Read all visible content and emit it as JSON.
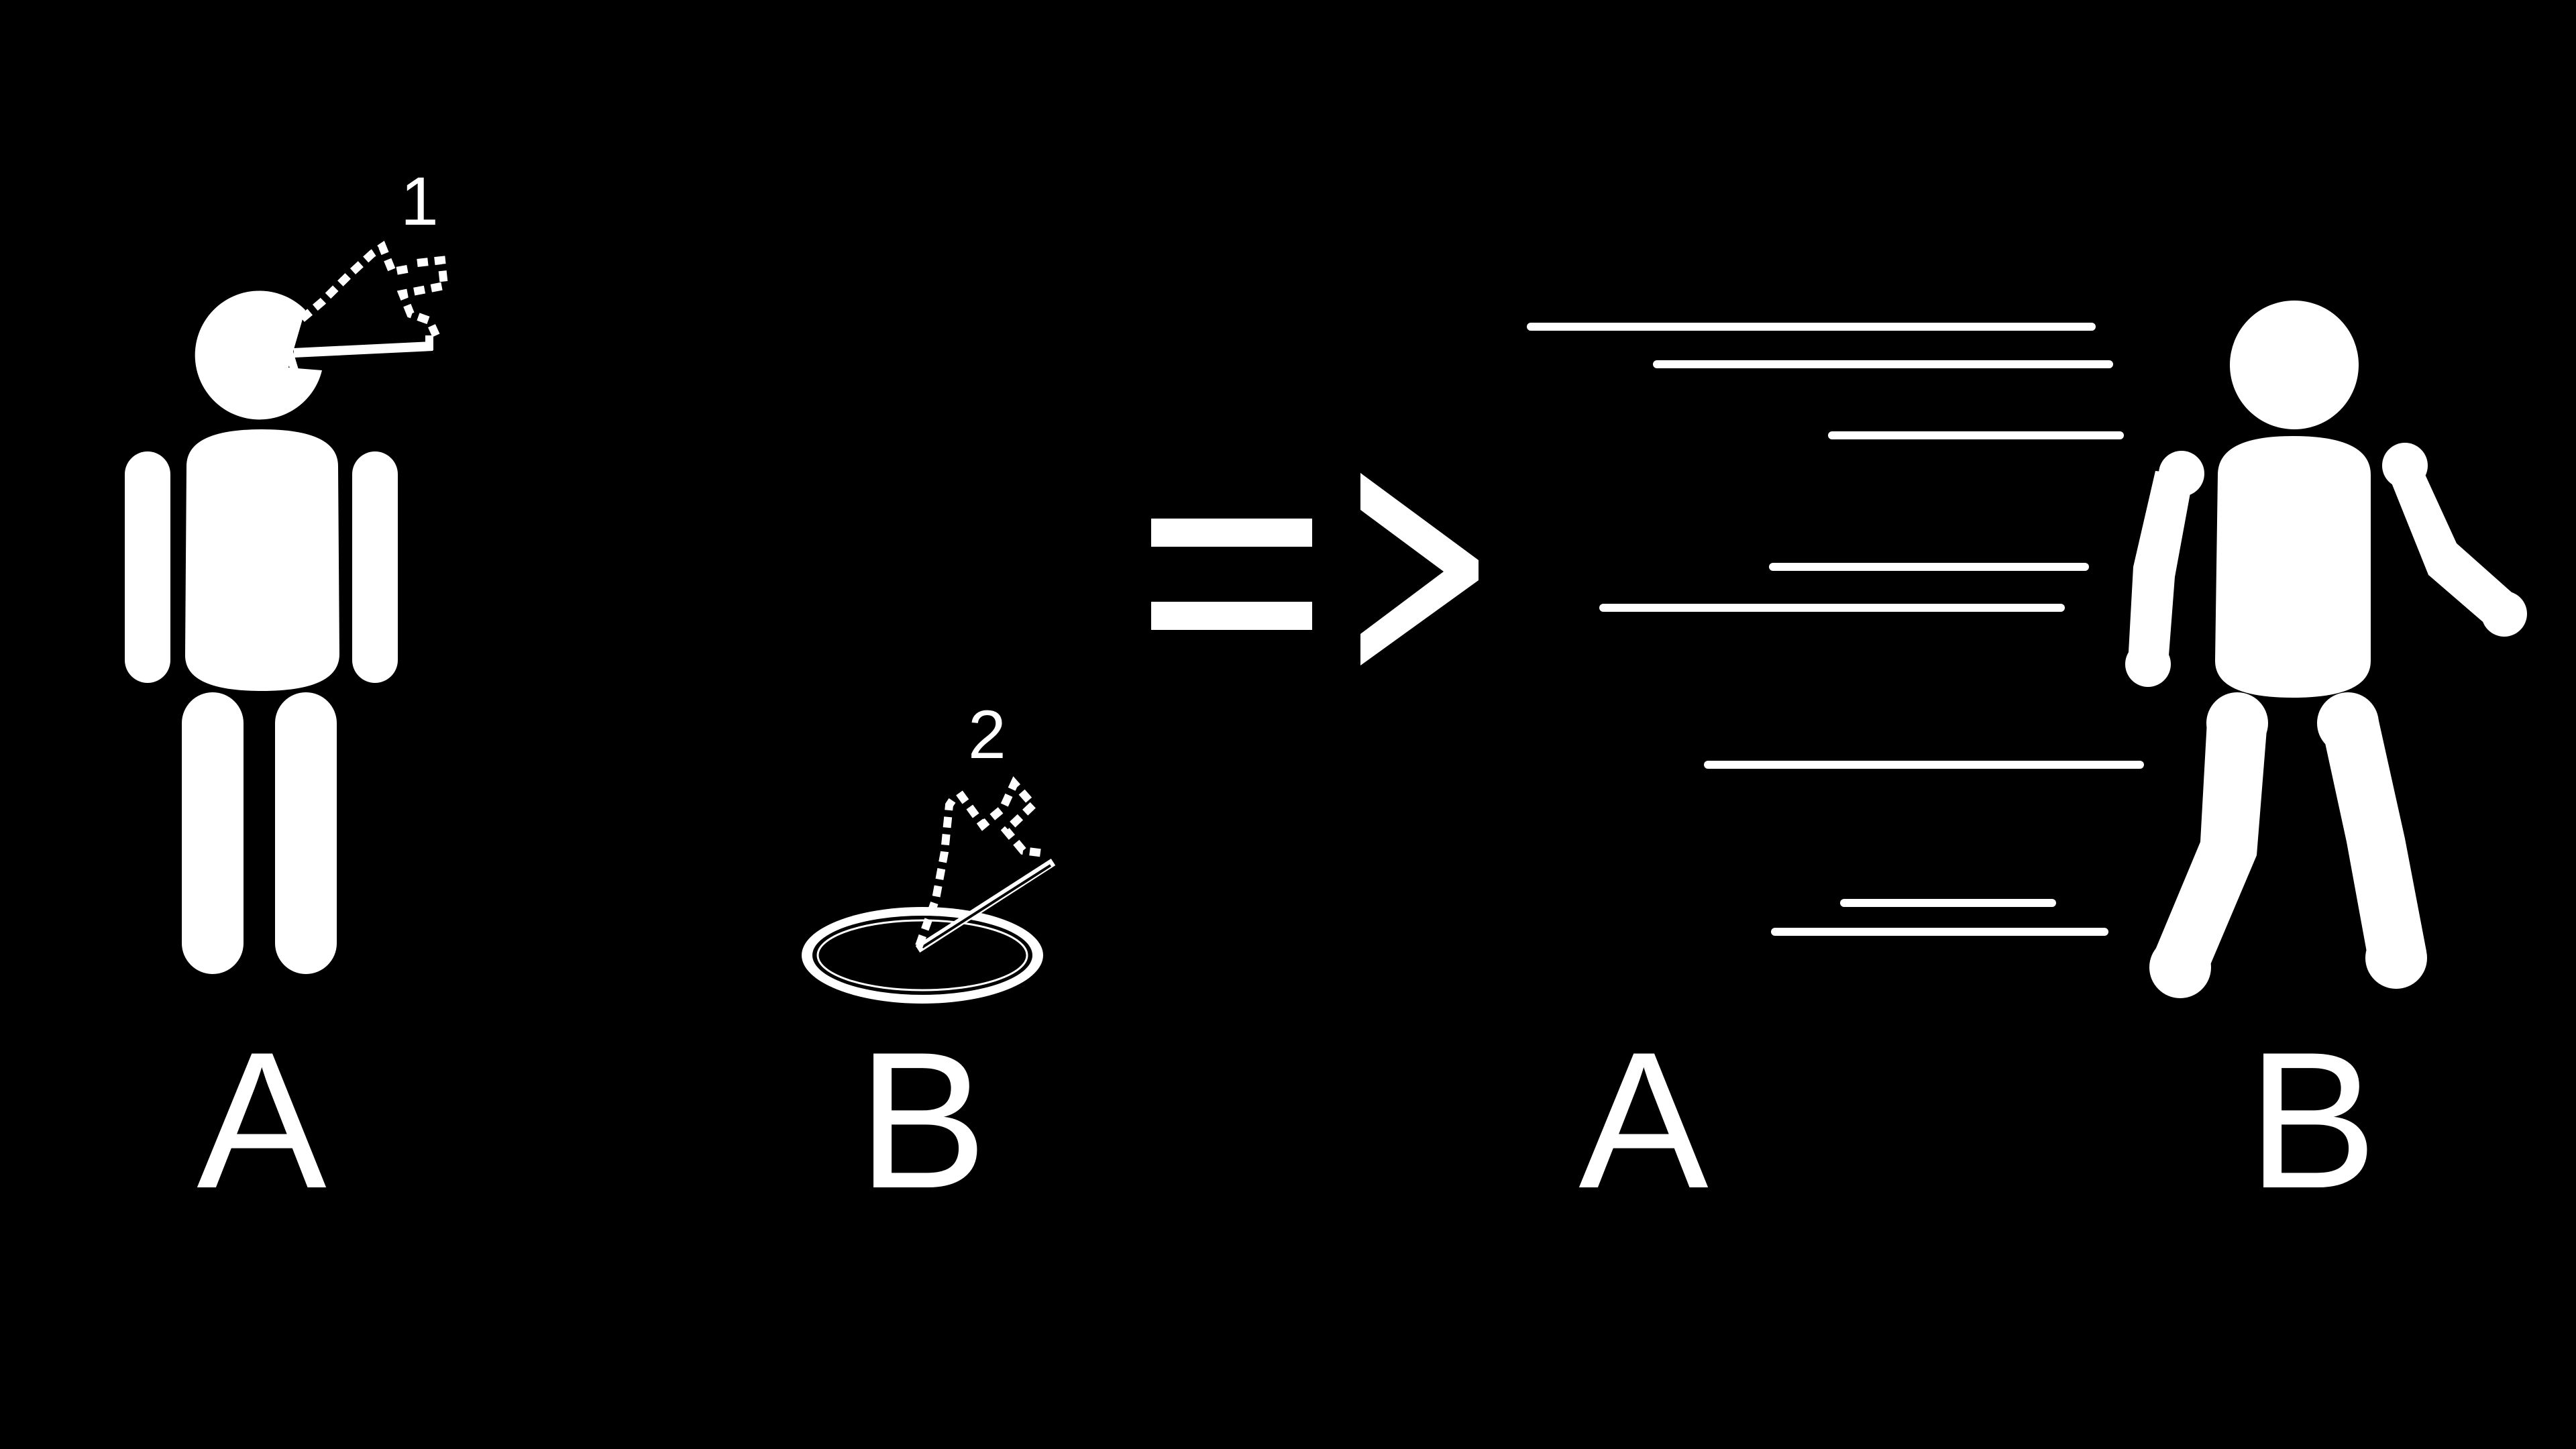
{
  "diagram": {
    "background_color": "#000000",
    "foreground_color": "#ffffff",
    "left_panel": {
      "figure_a_label": "A",
      "figure_b_label": "B",
      "pointer_1_label": "1",
      "pointer_2_label": "2"
    },
    "arrow_symbol": "=>",
    "right_panel": {
      "figure_a_label": "A",
      "figure_b_label": "B"
    }
  }
}
